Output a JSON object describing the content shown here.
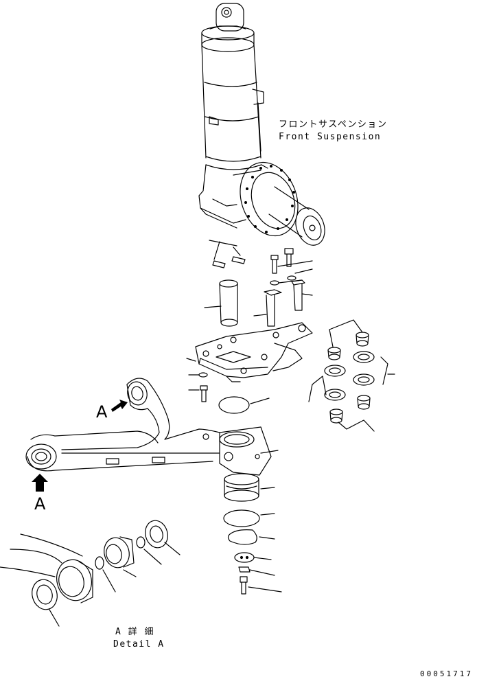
{
  "labels": {
    "front_suspension_jp": "フロントサスペンション",
    "front_suspension_en": "Front Suspension",
    "view_a_upper": "A",
    "view_a_lower": "A",
    "detail_jp": "A 詳 細",
    "detail_en": "Detail A",
    "drawing_number": "00051717"
  }
}
